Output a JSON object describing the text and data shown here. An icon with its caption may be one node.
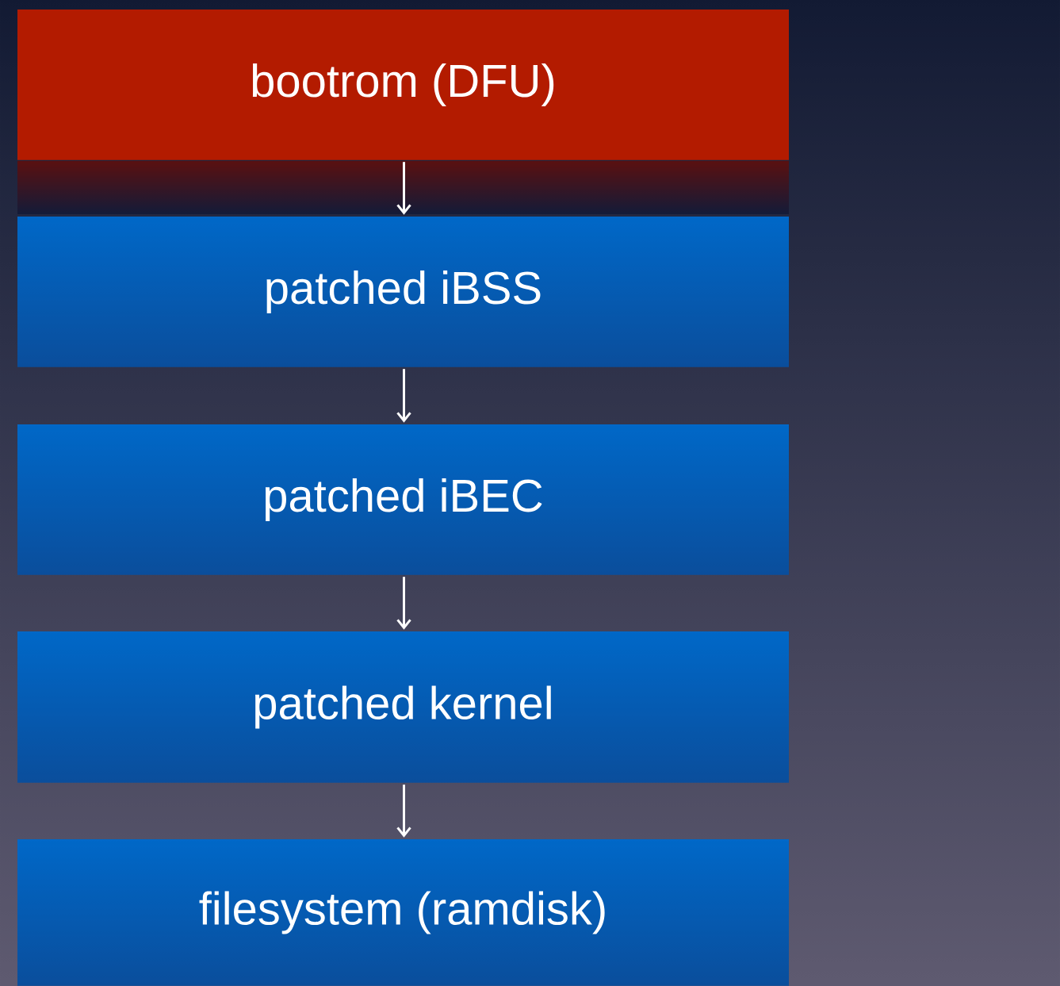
{
  "diagram": {
    "nodes": [
      {
        "text": [
          "bootrom (DFU)"
        ]
      },
      {
        "text": [
          "patched iBSS"
        ]
      },
      {
        "text": [
          "patched iBEC"
        ]
      },
      {
        "text": [
          "patched kernel"
        ]
      },
      {
        "text": [
          "filesystem (ramdisk)"
        ]
      }
    ],
    "edges": [
      {
        "from": 0,
        "to": 1,
        "arrow": "to"
      },
      {
        "from": 1,
        "to": 2,
        "arrow": "to"
      },
      {
        "from": 2,
        "to": 3,
        "arrow": "to"
      },
      {
        "from": 3,
        "to": 4,
        "arrow": "to"
      }
    ]
  }
}
